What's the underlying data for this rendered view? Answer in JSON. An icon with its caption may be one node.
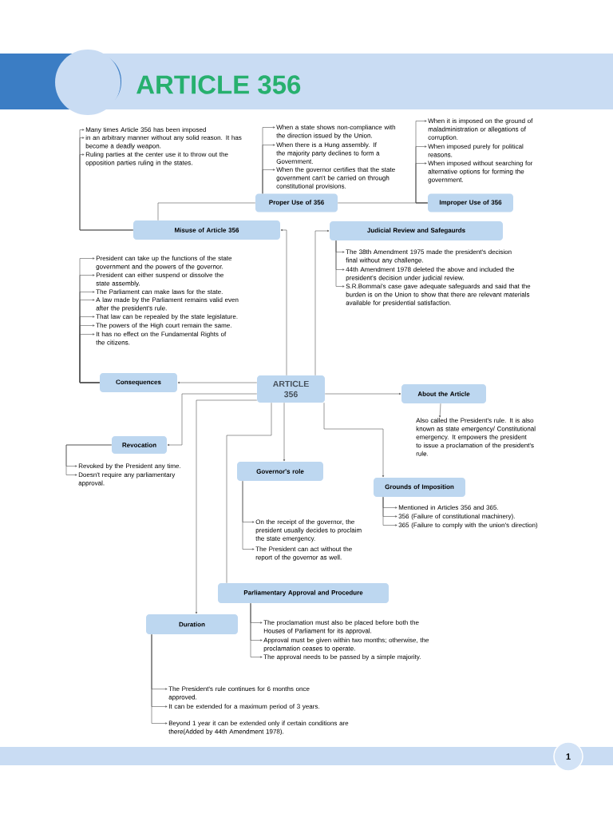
{
  "diagram": {
    "title": "ARTICLE 356",
    "nodes": [
      {
        "text": [
          "Many times Article 356 has been imposed"
        ]
      },
      {
        "text": [
          "in an arbitrary manner without any solid reason. It has become a deadly weapon."
        ]
      },
      {
        "text": [
          "Ruling parties at the center use it to throw out the opposition parties ruling in the states."
        ]
      },
      {
        "text": [
          "When a state shows non-compliance with the direction issued by the Union."
        ]
      },
      {
        "text": [
          "When there is a Hung assembly. If the majority party declines to form a Government."
        ]
      },
      {
        "text": [
          "When the governor certifies that the state government can't be carried on through constitutional provisions."
        ]
      },
      {
        "text": [
          "When it is imposed on the ground of maladministration or allegations of corruption."
        ]
      },
      {
        "text": [
          "When imposed purely for political reasons."
        ]
      },
      {
        "text": [
          "When imposed without searching for alternative options for forming the government."
        ]
      },
      {
        "text": [
          "Proper Use of 356"
        ]
      },
      {
        "text": [
          "Improper Use of 356"
        ]
      },
      {
        "text": [
          "Misuse of Article 356"
        ]
      },
      {
        "text": [
          "Judicial Review and Safegaurds"
        ]
      },
      {
        "text": [
          "The 38th Amendment 1975 made the president's decision final without any challenge."
        ]
      },
      {
        "text": [
          "44th Amendment 1978 deleted the above and included the president's decision under judicial review."
        ]
      },
      {
        "text": [
          "S.R.Bommai's case gave adequate safeguards and said that the burden is on the Union to show that there are relevant materials available for presidential satisfaction."
        ]
      },
      {
        "text": [
          "President can take up the functions of the state government and the powers of the governor."
        ]
      },
      {
        "text": [
          "President can either suspend or dissolve the state assembly."
        ]
      },
      {
        "text": [
          "The Parliament can make laws for the state."
        ]
      },
      {
        "text": [
          "A law made by the Parliament remains valid even after the president's rule."
        ]
      },
      {
        "text": [
          "That law can be repealed by the state legislature."
        ]
      },
      {
        "text": [
          "The powers of the High court remain the same."
        ]
      },
      {
        "text": [
          "It has no effect on the Fundamental Rights of the citizens."
        ]
      },
      {
        "text": [
          "Consequences"
        ]
      },
      {
        "text": [
          "ARTICLE 356"
        ]
      },
      {
        "text": [
          "About the Article"
        ]
      },
      {
        "text": [
          "Also called the President's rule. It is also known as state emergency/ Constitutional emergency. It empowers the president to issue a proclamation of the president's rule."
        ]
      },
      {
        "text": [
          "Revocation"
        ]
      },
      {
        "text": [
          "Revoked by the President any time."
        ]
      },
      {
        "text": [
          "Doesn't require any parliamentary approval."
        ]
      },
      {
        "text": [
          "Governor's role"
        ]
      },
      {
        "text": [
          "Grounds of Imposition"
        ]
      },
      {
        "text": [
          "Mentioned in Articles 356 and 365."
        ]
      },
      {
        "text": [
          "356 (Failure of constitutional machinery)."
        ]
      },
      {
        "text": [
          "365 (Failure to comply with the union's direction)"
        ]
      },
      {
        "text": [
          "On the receipt of the governor, the president usually decides to proclaim the state emergency."
        ]
      },
      {
        "text": [
          "The President can act without the report of the governor as well."
        ]
      },
      {
        "text": [
          "Parliamentary Approval and Procedure"
        ]
      },
      {
        "text": [
          "Duration"
        ]
      },
      {
        "text": [
          "The proclamation must also be placed before both the Houses of Parliament for its approval."
        ]
      },
      {
        "text": [
          "Approval must be given within two months; otherwise, the proclamation ceases to operate."
        ]
      },
      {
        "text": [
          "The approval needs to be passed by a simple majority."
        ]
      },
      {
        "text": [
          "The President's rule continues for 6 months once approved."
        ]
      },
      {
        "text": [
          "It can be extended for a maximum period of 3 years."
        ]
      },
      {
        "text": [
          "Beyond 1 year it can be extended only if certain conditions are there(Added by 44th Amendment 1978)."
        ]
      }
    ],
    "edges": [
      {
        "from": 11,
        "to": 0,
        "arrow": "to"
      },
      {
        "from": 11,
        "to": 1,
        "arrow": "to"
      },
      {
        "from": 11,
        "to": 2,
        "arrow": "to"
      },
      {
        "from": 9,
        "to": 3,
        "arrow": "to"
      },
      {
        "from": 9,
        "to": 4,
        "arrow": "to"
      },
      {
        "from": 9,
        "to": 5,
        "arrow": "to"
      },
      {
        "from": 10,
        "to": 6,
        "arrow": "to"
      },
      {
        "from": 10,
        "to": 7,
        "arrow": "to"
      },
      {
        "from": 10,
        "to": 8,
        "arrow": "to"
      },
      {
        "from": 11,
        "to": 9,
        "arrow": "none"
      },
      {
        "from": 9,
        "to": 10,
        "arrow": "none"
      },
      {
        "from": 24,
        "to": 11,
        "arrow": "to"
      },
      {
        "from": 24,
        "to": 12,
        "arrow": "to"
      },
      {
        "from": 12,
        "to": 13,
        "arrow": "to"
      },
      {
        "from": 12,
        "to": 14,
        "arrow": "to"
      },
      {
        "from": 12,
        "to": 15,
        "arrow": "to"
      },
      {
        "from": 23,
        "to": 16,
        "arrow": "to"
      },
      {
        "from": 23,
        "to": 17,
        "arrow": "to"
      },
      {
        "from": 23,
        "to": 18,
        "arrow": "to"
      },
      {
        "from": 23,
        "to": 19,
        "arrow": "to"
      },
      {
        "from": 23,
        "to": 20,
        "arrow": "to"
      },
      {
        "from": 23,
        "to": 21,
        "arrow": "to"
      },
      {
        "from": 23,
        "to": 22,
        "arrow": "to"
      },
      {
        "from": 24,
        "to": 23,
        "arrow": "to"
      },
      {
        "from": 24,
        "to": 25,
        "arrow": "to"
      },
      {
        "from": 25,
        "to": 26,
        "arrow": "to"
      },
      {
        "from": 24,
        "to": 27,
        "arrow": "to"
      },
      {
        "from": 27,
        "to": 28,
        "arrow": "to"
      },
      {
        "from": 27,
        "to": 29,
        "arrow": "to"
      },
      {
        "from": 24,
        "to": 30,
        "arrow": "to"
      },
      {
        "from": 24,
        "to": 31,
        "arrow": "to"
      },
      {
        "from": 31,
        "to": 32,
        "arrow": "to"
      },
      {
        "from": 31,
        "to": 33,
        "arrow": "to"
      },
      {
        "from": 31,
        "to": 34,
        "arrow": "to"
      },
      {
        "from": 30,
        "to": 35,
        "arrow": "to"
      },
      {
        "from": 30,
        "to": 36,
        "arrow": "to"
      },
      {
        "from": 24,
        "to": 37,
        "arrow": "none"
      },
      {
        "from": 24,
        "to": 38,
        "arrow": "to"
      },
      {
        "from": 37,
        "to": 39,
        "arrow": "to"
      },
      {
        "from": 37,
        "to": 40,
        "arrow": "to"
      },
      {
        "from": 37,
        "to": 41,
        "arrow": "to"
      },
      {
        "from": 38,
        "to": 42,
        "arrow": "to"
      },
      {
        "from": 38,
        "to": 43,
        "arrow": "to"
      },
      {
        "from": 38,
        "to": 44,
        "arrow": "to"
      }
    ],
    "labels": [
      "1"
    ]
  }
}
